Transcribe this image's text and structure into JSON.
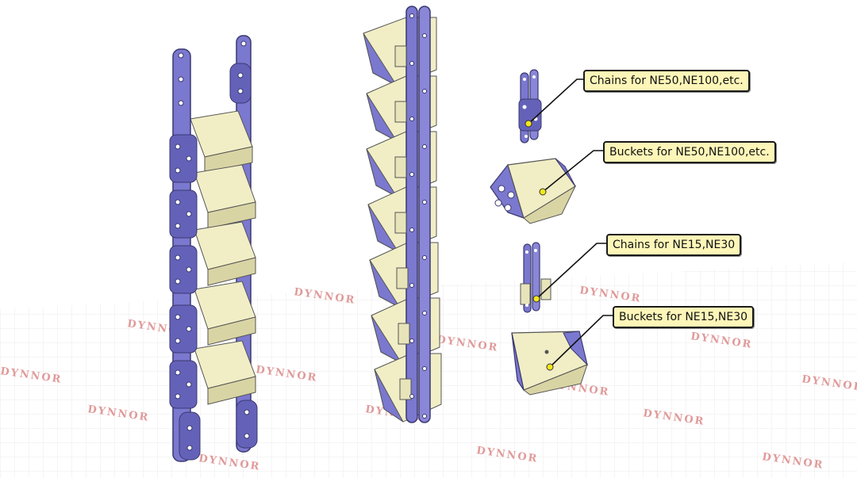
{
  "callouts": [
    {
      "label": "Chains for NE50,NE100,etc."
    },
    {
      "label": "Buckets for NE50,NE100,etc."
    },
    {
      "label": "Chains for NE15,NE30"
    },
    {
      "label": "Buckets for NE15,NE30"
    }
  ],
  "watermark": {
    "text": "DYNNOR"
  },
  "colors": {
    "chain": "#7b78cf",
    "chain_dark": "#4c4a8f",
    "bucket": "#f1eec6",
    "bucket_shadow": "#d9d4a4",
    "callout_bg": "#fdf6b8",
    "watermark": "#e09a9a"
  }
}
